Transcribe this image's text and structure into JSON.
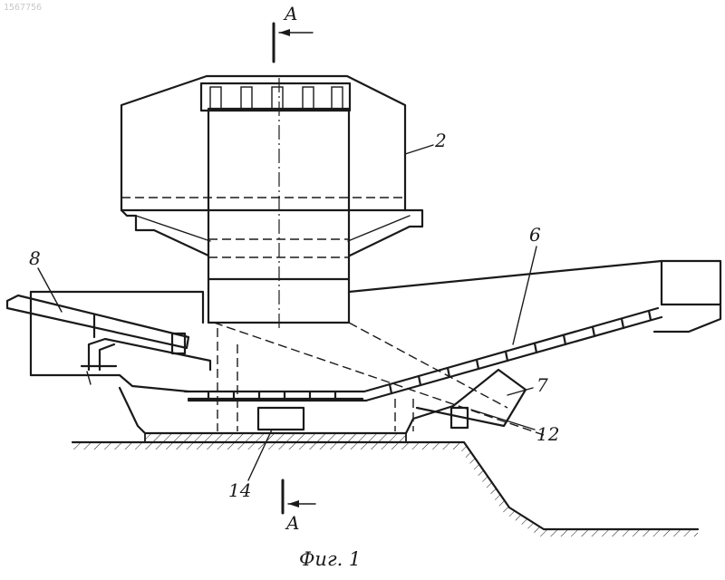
{
  "document_number": "1567756",
  "figure_caption": "Фиг. 1",
  "section_marks": {
    "top": "A",
    "bottom": "A"
  },
  "callouts": {
    "hopper": "2",
    "conveyor": "6",
    "support": "7",
    "lever": "8",
    "rail": "12",
    "motor": "14"
  }
}
